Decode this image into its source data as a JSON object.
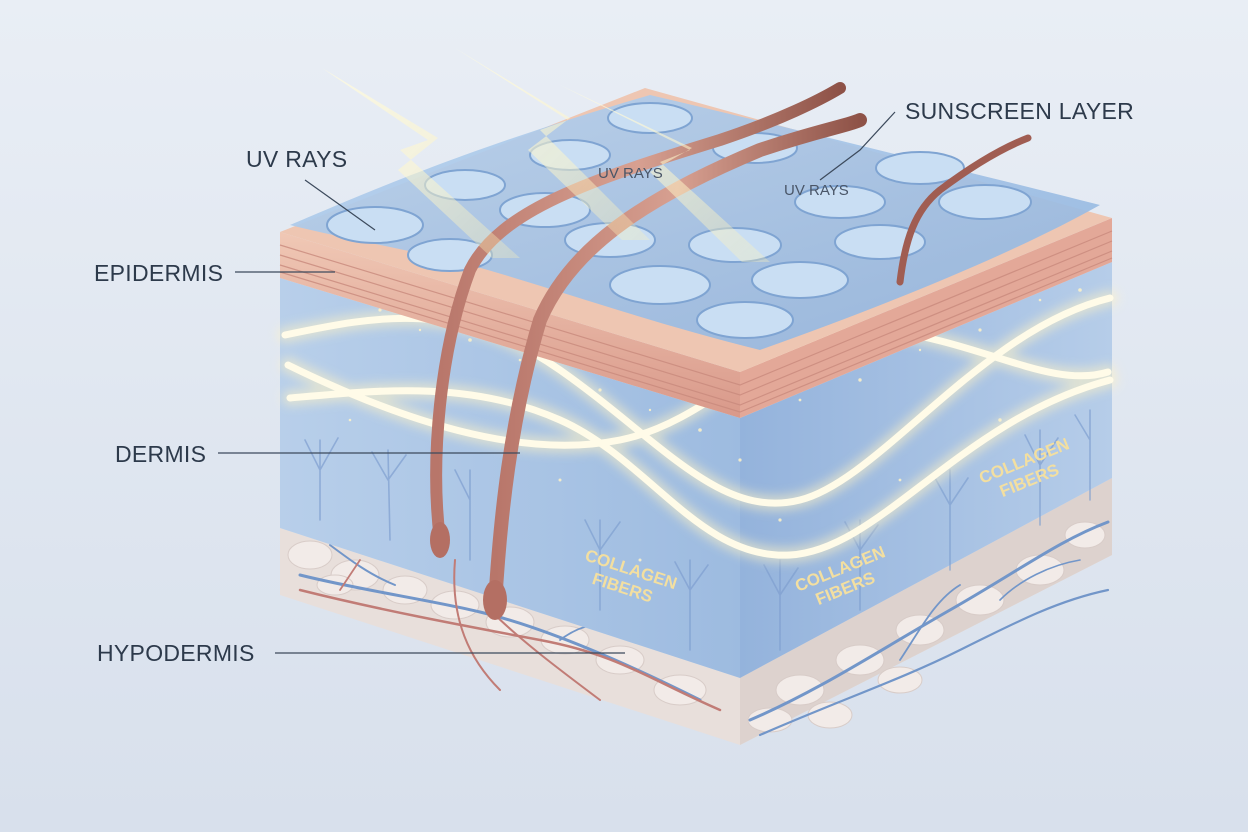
{
  "labels": {
    "uv_rays_main": "UV RAYS",
    "uv_rays_inner_1": "UV RAYS",
    "uv_rays_inner_2": "UV RAYS",
    "sunscreen_layer": "SUNSCREEN LAYER",
    "epidermis": "EPIDERMIS",
    "dermis": "DERMIS",
    "hypodermis": "HYPODERMIS",
    "collagen_1_line1": "COLLAGEN",
    "collagen_1_line2": "FIBERS",
    "collagen_2_line1": "COLLAGEN",
    "collagen_2_line2": "FIBERS",
    "collagen_3_line1": "COLLAGEN",
    "collagen_3_line2": "FIBERS"
  },
  "colors": {
    "sunscreen": "#a9c8e6",
    "epidermis": "#e9b8a4",
    "dermis": "#a8c3e3",
    "hypodermis": "#e6dcd8",
    "collagen_glow": "#fff6d8",
    "hair": "#9a5a4e",
    "vessel_blue": "#6f93c8",
    "vessel_red": "#c07a74"
  }
}
